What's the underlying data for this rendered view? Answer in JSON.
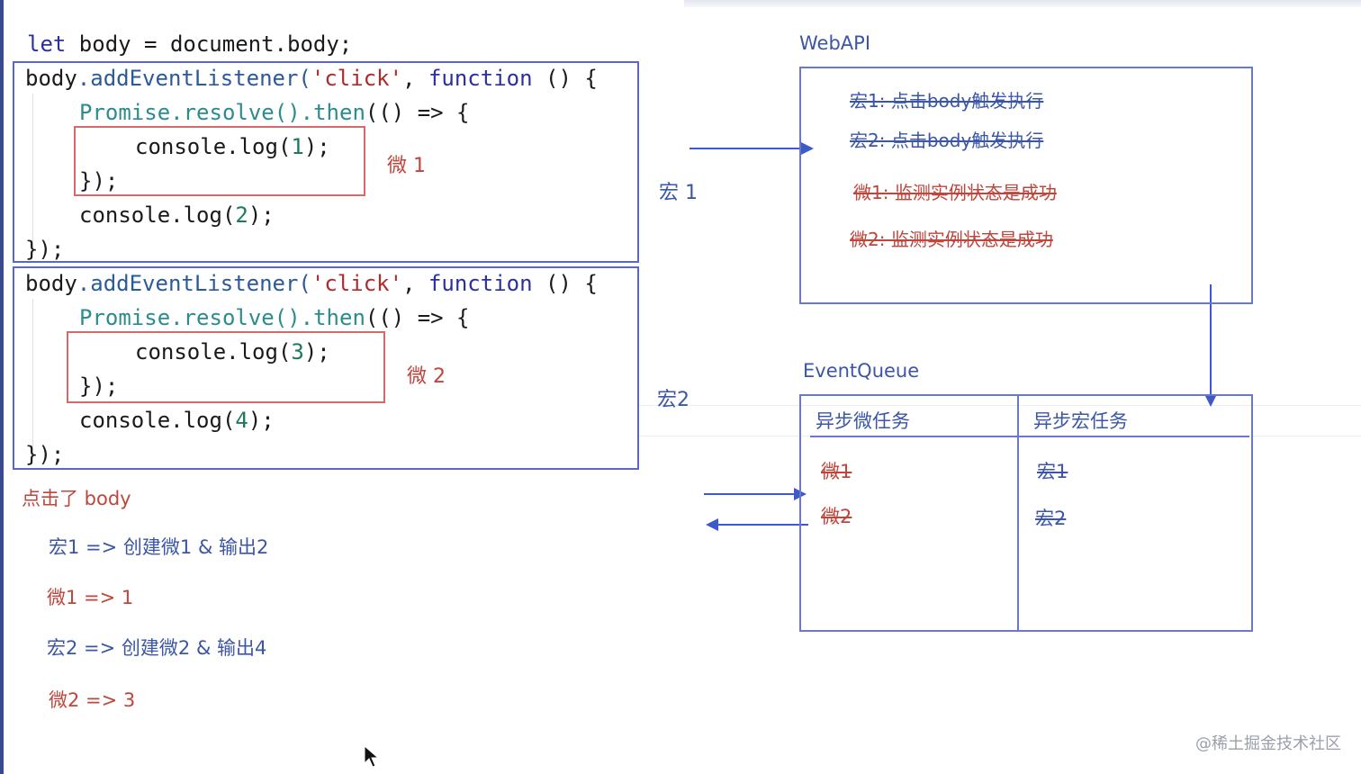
{
  "code": {
    "line0": "let body = document.body;",
    "block1": {
      "l1_obj": "body",
      "l1_method": ".addEventListener(",
      "l1_str": "'click'",
      "l1_sep": ", ",
      "l1_kw": "function",
      "l1_end": " () {",
      "l2_obj": "Promise",
      "l2_method": ".resolve().then",
      "l2_end": "(() => {",
      "l3": "console.log(",
      "l3_num": "1",
      "l3_end": ");",
      "l4": "});",
      "l5": "console.log(",
      "l5_num": "2",
      "l5_end": ");",
      "l6": "});"
    },
    "block2": {
      "l1_obj": "body",
      "l1_method": ".addEventListener(",
      "l1_str": "'click'",
      "l1_sep": ", ",
      "l1_kw": "function",
      "l1_end": " () {",
      "l2_obj": "Promise",
      "l2_method": ".resolve().then",
      "l2_end": "(() => {",
      "l3": "console.log(",
      "l3_num": "3",
      "l3_end": ");",
      "l4": "});",
      "l5": "console.log(",
      "l5_num": "4",
      "l5_end": ");",
      "l6": "});"
    }
  },
  "labels": {
    "micro1": "微 1",
    "micro2": "微 2",
    "macro1": "宏 1",
    "macro2": "宏2"
  },
  "webapi": {
    "title": "WebAPI",
    "items": [
      "宏1: 点击body触发执行",
      "宏2: 点击body触发执行",
      "微1: 监测实例状态是成功",
      "微2: 监测实例状态是成功"
    ]
  },
  "eventqueue": {
    "title": "EventQueue",
    "col_micro": "异步微任务",
    "col_macro": "异步宏任务",
    "micro_items": [
      "微1",
      "微2"
    ],
    "macro_items": [
      "宏1",
      "宏2"
    ]
  },
  "notes": {
    "heading": "点击了 body",
    "lines": [
      "宏1 => 创建微1 & 输出2",
      "微1 => 1",
      "宏2 => 创建微2 & 输出4",
      "微2 => 3"
    ]
  },
  "watermark": "@稀土掘金技术社区",
  "colors": {
    "code_box": "#5a66c8",
    "micro_box": "#d46a6a",
    "arrow": "#3d5ac8",
    "red_text": "#c0453c",
    "blue_text": "#3b56a8"
  }
}
